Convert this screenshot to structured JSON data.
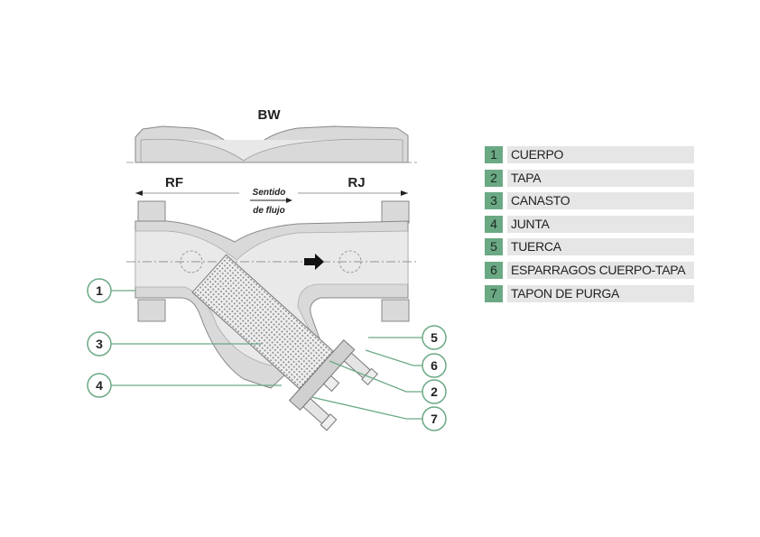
{
  "diagram": {
    "labels": {
      "bw": "BW",
      "rf": "RF",
      "rj": "RJ",
      "flow_line1": "Sentido",
      "flow_line2": "de flujo"
    },
    "callouts": [
      "1",
      "3",
      "4",
      "5",
      "6",
      "2",
      "7"
    ]
  },
  "legend": {
    "items": [
      {
        "number": "1",
        "label": "CUERPO"
      },
      {
        "number": "2",
        "label": "TAPA"
      },
      {
        "number": "3",
        "label": "CANASTO"
      },
      {
        "number": "4",
        "label": "JUNTA"
      },
      {
        "number": "5",
        "label": "TUERCA"
      },
      {
        "number": "6",
        "label": "ESPARRAGOS CUERPO-TAPA"
      },
      {
        "number": "7",
        "label": "TAPON DE PURGA"
      }
    ]
  },
  "colors": {
    "accent": "#6aa984",
    "body_fill": "#d9d9d9",
    "legend_bar": "#e6e6e6"
  }
}
